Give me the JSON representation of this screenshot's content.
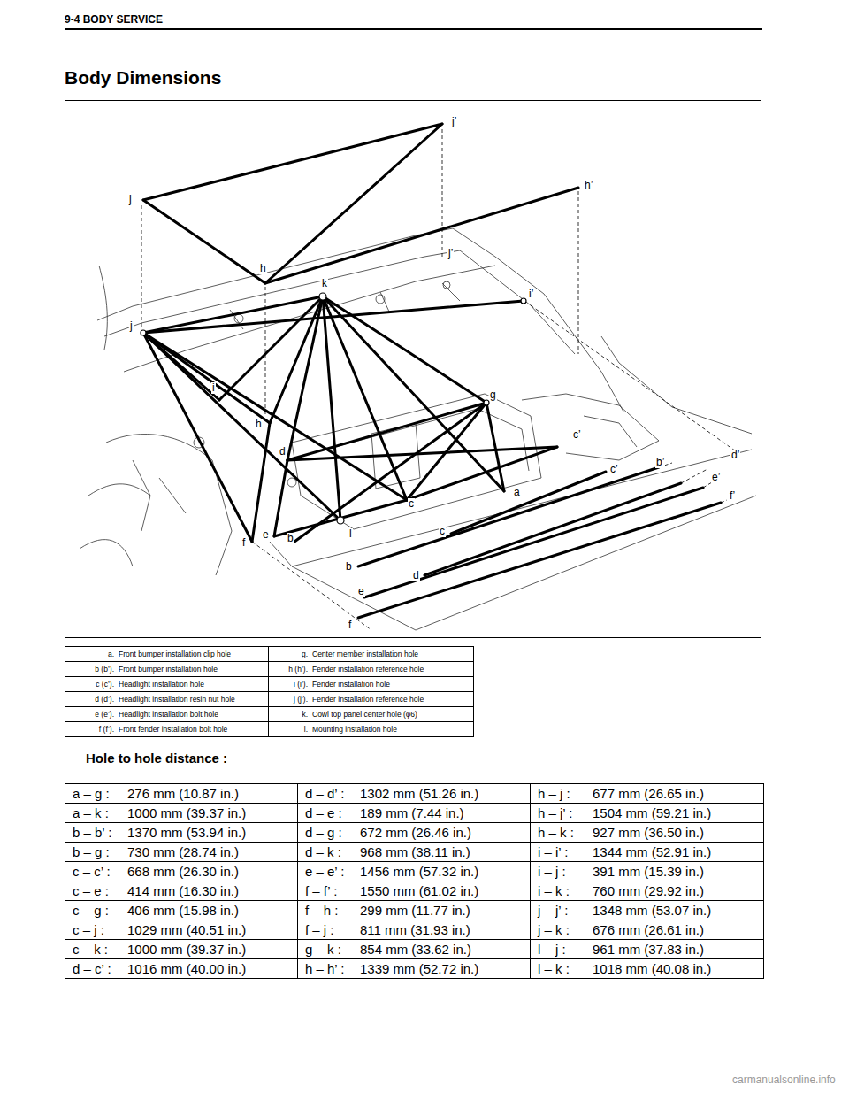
{
  "diagram": {
    "title": "Body Dimensions",
    "labels": [
      "9-4 BODY SERVICE",
      "j’",
      "h’",
      "j",
      "h",
      "j’",
      "k",
      "i’",
      "j",
      "i",
      "h",
      "g",
      "d",
      "c’",
      "d’",
      "b’",
      "c’",
      "e’",
      "a",
      "c",
      "f’",
      "c",
      "f",
      "e",
      "b",
      "l",
      "b",
      "d",
      "e",
      "f",
      "a.",
      "Front bumper installation clip hole",
      "g.",
      "Center member installation hole",
      "b (b’).",
      "Front bumper installation hole",
      "h (h’).",
      "Fender installation reference hole",
      "c (c’).",
      "Headlight installation hole",
      "i (i’).",
      "Fender installation hole",
      "d (d’).",
      "Headlight installation resin nut hole",
      "j (j’).",
      "Fender installation reference hole",
      "e (e’).",
      "Headlight installation bolt hole",
      "k.",
      "Cowl top panel center hole (φ6)",
      "f (f’).",
      "Front fender installation bolt hole",
      "l.",
      "Mounting installation hole",
      "Hole to hole distance :",
      "a – g :",
      "276 mm (10.87 in.)",
      "d – d’ :",
      "1302 mm (51.26 in.)",
      "h – j :",
      "677 mm (26.65 in.)",
      "a – k :",
      "1000 mm (39.37 in.)",
      "d – e :",
      "189 mm (7.44 in.)",
      "h – j’ :",
      "1504 mm (59.21 in.)",
      "b – b’ :",
      "1370 mm (53.94 in.)",
      "d – g :",
      "672 mm (26.46 in.)",
      "h – k :",
      "927 mm (36.50 in.)",
      "b – g :",
      "730 mm (28.74 in.)",
      "d – k :",
      "968 mm (38.11 in.)",
      "i – i’ :",
      "1344 mm (52.91 in.)",
      "c – c’ :",
      "668 mm (26.30 in.)",
      "e – e’ :",
      "1456 mm (57.32 in.)",
      "i – j :",
      "391 mm (15.39 in.)",
      "c – e :",
      "414 mm (16.30 in.)",
      "f – f’ :",
      "1550 mm (61.02 in.)",
      "i – k :",
      "760 mm (29.92 in.)",
      "c – g :",
      "406 mm (15.98 in.)",
      "f – h :",
      "299 mm (11.77 in.)",
      "j – j’ :",
      "1348 mm (53.07 in.)",
      "c – j :",
      "1029 mm (40.51 in.)",
      "f – j :",
      "811 mm (31.93 in.)",
      "j – k :",
      "676 mm (26.61 in.)",
      "c – k :",
      "1000 mm (39.37 in.)",
      "g – k :",
      "854 mm (33.62 in.)",
      "l – j :",
      "961 mm (37.83 in.)",
      "d – c’ :",
      "1016 mm (40.00 in.)",
      "h – h’ :",
      "1339 mm (52.72 in.)",
      "l – k :",
      "1018 mm (40.08 in.)",
      "carmanualsonline.info"
    ]
  }
}
